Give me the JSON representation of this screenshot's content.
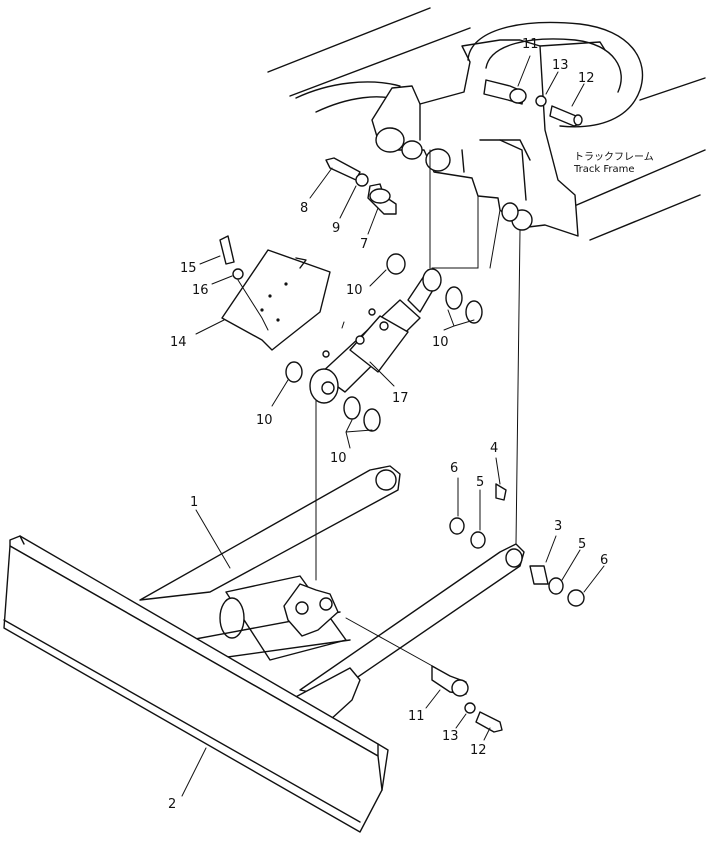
{
  "frame_label": {
    "jp": "トラックフレーム",
    "en": "Track Frame"
  },
  "callouts": {
    "c1": "1",
    "c2": "2",
    "c3": "3",
    "c4": "4",
    "c5a": "5",
    "c5b": "5",
    "c6a": "6",
    "c6b": "6",
    "c7": "7",
    "c8": "8",
    "c9": "9",
    "c10a": "10",
    "c10b": "10",
    "c10c": "10",
    "c10d": "10",
    "c11a": "11",
    "c11b": "11",
    "c12a": "12",
    "c12b": "12",
    "c13a": "13",
    "c13b": "13",
    "c14": "14",
    "c15": "15",
    "c16": "16",
    "c17": "17"
  }
}
